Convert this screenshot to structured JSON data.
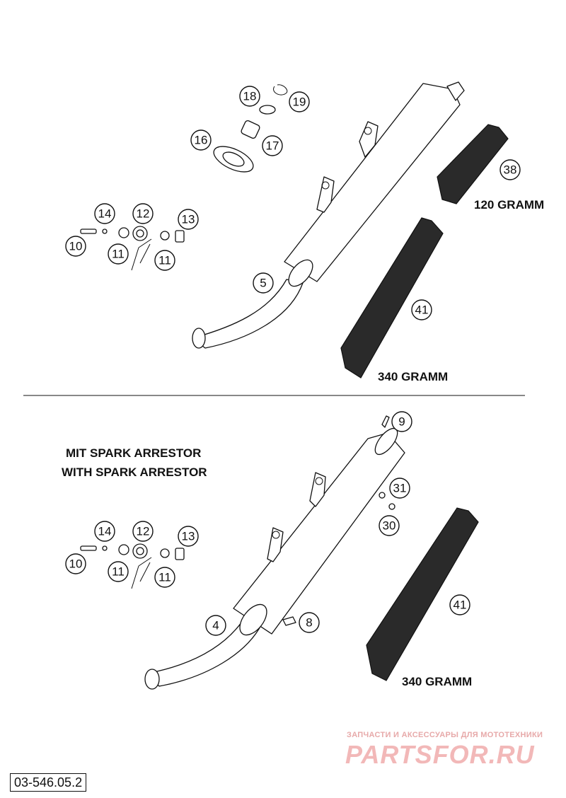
{
  "diagram": {
    "top_labels": {
      "weight_120": "120 GRAMM",
      "weight_340": "340 GRAMM"
    },
    "bottom_labels": {
      "title_de": "MIT SPARK ARRESTOR",
      "title_en": "WITH SPARK ARRESTOR",
      "weight_340": "340 GRAMM"
    },
    "callouts_top": [
      "18",
      "19",
      "16",
      "17",
      "38",
      "14",
      "12",
      "13",
      "10",
      "11",
      "11",
      "5",
      "41"
    ],
    "callouts_bottom": [
      "9",
      "31",
      "30",
      "14",
      "12",
      "13",
      "10",
      "11",
      "11",
      "4",
      "8",
      "41"
    ],
    "drawing_code": "03-546.05.2"
  },
  "watermark": {
    "subtitle": "ЗАПЧАСТИ И АКСЕССУАРЫ ДЛЯ МОТОТЕХНИКИ",
    "logo": "PARTSFOR.RU"
  },
  "colors": {
    "line": "#111111",
    "background": "#ffffff",
    "watermark": "#f2b8b8"
  }
}
